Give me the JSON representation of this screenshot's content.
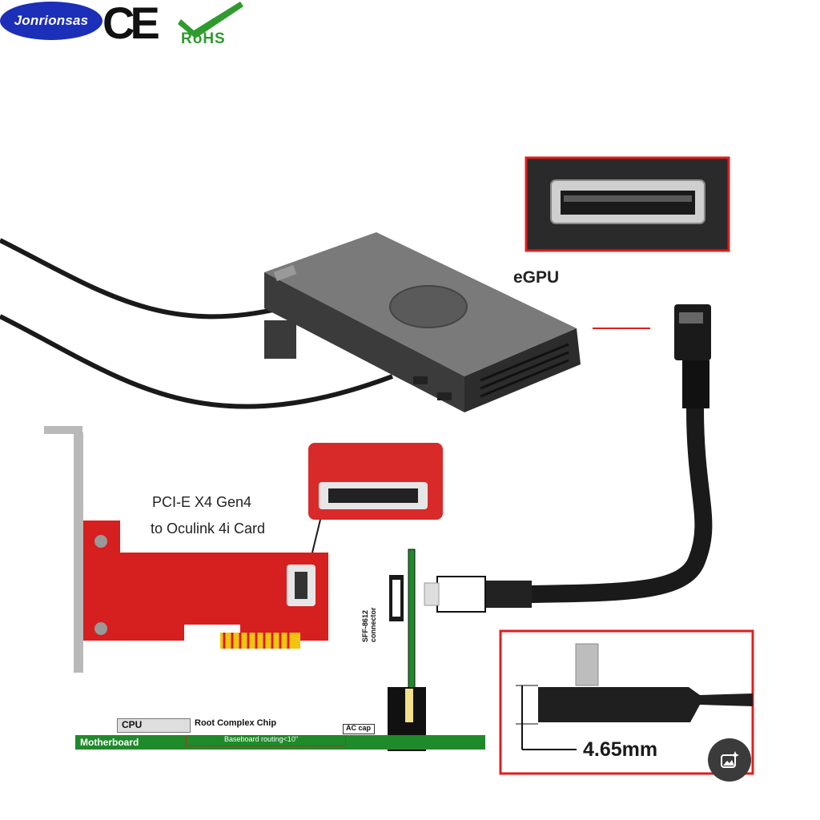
{
  "brand": {
    "logo_text": "Jonrionsas",
    "ce_mark": "CE",
    "rohs_text": "RoHS"
  },
  "labels": {
    "egpu": "eGPU",
    "card_line1": "PCI-E X4 Gen4",
    "card_line2": "to Oculink 4i Card",
    "dimension": "4.65mm",
    "sff_connector": "SFF-8612",
    "sff_connector_sub": "connector"
  },
  "diagram": {
    "motherboard": "Motherboard",
    "cpu": "CPU",
    "root_complex": "Root Complex Chip",
    "baseboard_routing": "Baseboard routing<10\"",
    "ac_cap": "AC cap"
  },
  "colors": {
    "accent_red": "#e11d1d",
    "pcb_red": "#d61f1f",
    "motherboard_green": "#1f8a2a",
    "logo_blue": "#1b2fb8",
    "rohs_green": "#2e9b2e"
  },
  "icons": {
    "ai_edit": "image-sparkle-icon"
  }
}
